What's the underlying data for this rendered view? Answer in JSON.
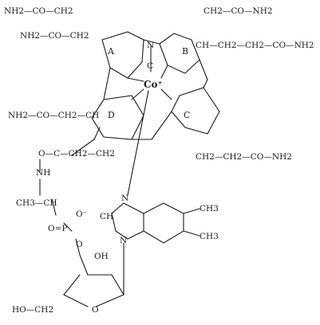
{
  "labels": {
    "a_acetamide": "NH2—CO—CH2",
    "a_acetamide_2": "NH2—CO—CH2",
    "b_acetamide": "CH2—CO—NH2",
    "b_propionamide": "CH—CH2—CH2—CO—NH2",
    "d_acetamide": "NH2—CO—CH2—CH",
    "c_propionamide": "CH2—CH2—CO—NH2",
    "side_amide": "O—C—CH2—CH2",
    "nh": "NH",
    "ch3_chain": "CH3—CH",
    "phosphate_o_minus": "O⁻",
    "phosphate_eq_o": "O=P",
    "phosphate_o": "O",
    "cobalt": "Co⁺",
    "cyano_c": "C",
    "cyano_n": "N",
    "ring_a": "A",
    "ring_b": "B",
    "ring_c": "C",
    "ring_d": "D",
    "oh": "OH",
    "ho_ch2": "HO—CH2",
    "ribose_o": "O",
    "benzimidazole_n_top": "N",
    "benzimidazole_n_bottom": "N",
    "benzimidazole_ch": "CH",
    "ch3_top": "CH3",
    "ch3_bottom": "CH3"
  }
}
